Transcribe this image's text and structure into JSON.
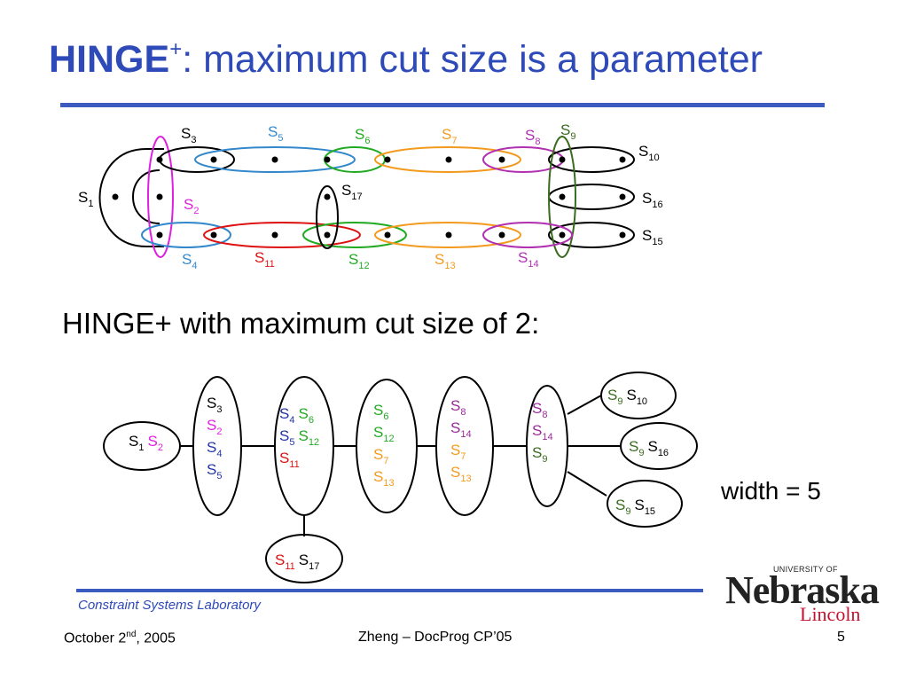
{
  "title": {
    "bold": "HINGE",
    "sup": "+",
    "rest": ": maximum cut size is a parameter"
  },
  "top_diagram": {
    "labels": [
      {
        "id": "s1",
        "base": "S",
        "sub": "1",
        "color": "#000000"
      },
      {
        "id": "s2",
        "base": "S",
        "sub": "2",
        "color": "#e020e0"
      },
      {
        "id": "s3",
        "base": "S",
        "sub": "3",
        "color": "#000000"
      },
      {
        "id": "s4",
        "base": "S",
        "sub": "4",
        "color": "#3388cc"
      },
      {
        "id": "s5",
        "base": "S",
        "sub": "5",
        "color": "#3388cc"
      },
      {
        "id": "s6",
        "base": "S",
        "sub": "6",
        "color": "#22aa22"
      },
      {
        "id": "s7",
        "base": "S",
        "sub": "7",
        "color": "#f39a1e"
      },
      {
        "id": "s8",
        "base": "S",
        "sub": "8",
        "color": "#b030b0"
      },
      {
        "id": "s9",
        "base": "S",
        "sub": "9",
        "color": "#3a6b1e"
      },
      {
        "id": "s10",
        "base": "S",
        "sub": "10",
        "color": "#000000"
      },
      {
        "id": "s11",
        "base": "S",
        "sub": "11",
        "color": "#dd1111"
      },
      {
        "id": "s12",
        "base": "S",
        "sub": "12",
        "color": "#22aa22"
      },
      {
        "id": "s13",
        "base": "S",
        "sub": "13",
        "color": "#f39a1e"
      },
      {
        "id": "s14",
        "base": "S",
        "sub": "14",
        "color": "#b030b0"
      },
      {
        "id": "s15",
        "base": "S",
        "sub": "15",
        "color": "#000000"
      },
      {
        "id": "s16",
        "base": "S",
        "sub": "16",
        "color": "#000000"
      },
      {
        "id": "s17",
        "base": "S",
        "sub": "17",
        "color": "#000000"
      }
    ]
  },
  "heading2": "HINGE+ with maximum cut size of 2:",
  "tree": {
    "nodes": [
      {
        "id": "n1",
        "lines": [
          [
            [
              "S",
              "1",
              "#000000"
            ],
            [
              "S",
              "2",
              "#e020e0"
            ]
          ]
        ]
      },
      {
        "id": "n2",
        "lines": [
          [
            [
              "S",
              "3",
              "#000000"
            ]
          ],
          [
            [
              "S",
              "2",
              "#e020e0"
            ]
          ],
          [
            [
              "S",
              "4",
              "#2233aa"
            ]
          ],
          [
            [
              "S",
              "5",
              "#2233aa"
            ]
          ]
        ]
      },
      {
        "id": "n3",
        "lines": [
          [
            [
              "S",
              "4",
              "#2233aa"
            ],
            [
              "S",
              "6",
              "#22aa22"
            ]
          ],
          [
            [
              "S",
              "5",
              "#2233aa"
            ],
            [
              "S",
              "12",
              "#22aa22"
            ]
          ],
          [
            [
              "S",
              "11",
              "#dd1111"
            ]
          ]
        ]
      },
      {
        "id": "n4",
        "lines": [
          [
            [
              "S",
              "11",
              "#dd1111"
            ],
            [
              "S",
              "17",
              "#000000"
            ]
          ]
        ]
      },
      {
        "id": "n5",
        "lines": [
          [
            [
              "S",
              "6",
              "#22aa22"
            ]
          ],
          [
            [
              "S",
              "12",
              "#22aa22"
            ]
          ],
          [
            [
              "S",
              "7",
              "#f39a1e"
            ]
          ],
          [
            [
              "S",
              "13",
              "#f39a1e"
            ]
          ]
        ]
      },
      {
        "id": "n6",
        "lines": [
          [
            [
              "S",
              "8",
              "#9a2a9a"
            ]
          ],
          [
            [
              "S",
              "14",
              "#9a2a9a"
            ]
          ],
          [
            [
              "S",
              "7",
              "#f39a1e"
            ]
          ],
          [
            [
              "S",
              "13",
              "#f39a1e"
            ]
          ]
        ]
      },
      {
        "id": "n7",
        "lines": [
          [
            [
              "S",
              "8",
              "#9a2a9a"
            ]
          ],
          [
            [
              "S",
              "14",
              "#9a2a9a"
            ]
          ],
          [
            [
              "S",
              "9",
              "#3a6b1e"
            ]
          ]
        ]
      },
      {
        "id": "n8",
        "lines": [
          [
            [
              "S",
              "9",
              "#3a6b1e"
            ],
            [
              "S",
              "10",
              "#000000"
            ]
          ]
        ]
      },
      {
        "id": "n9",
        "lines": [
          [
            [
              "S",
              "9",
              "#3a6b1e"
            ],
            [
              "S",
              "16",
              "#000000"
            ]
          ]
        ]
      },
      {
        "id": "n10",
        "lines": [
          [
            [
              "S",
              "9",
              "#3a6b1e"
            ],
            [
              "S",
              "15",
              "#000000"
            ]
          ]
        ]
      }
    ]
  },
  "width_label": "width = 5",
  "footer": {
    "lab": "Constraint Systems Laboratory",
    "date_pre": "October 2",
    "date_sup": "nd",
    "date_post": ", 2005",
    "center": "Zheng – DocProg CP’05",
    "page": "5"
  },
  "logo": {
    "univ": "UNIVERSITY OF",
    "name": "Nebraska",
    "city": "Lincoln"
  }
}
